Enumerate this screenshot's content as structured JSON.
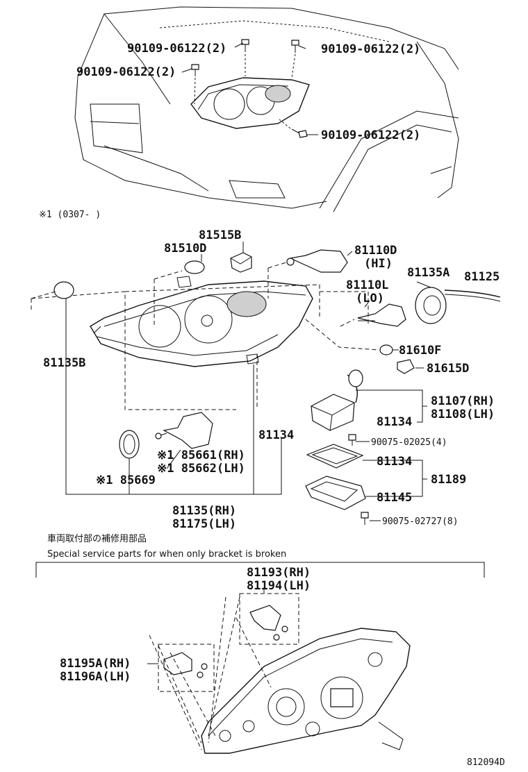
{
  "diagram": {
    "callouts": {
      "top_bolt_left": "90109-06122(2)",
      "top_bolt_right": "90109-06122(2)",
      "top_bolt_mid": "90109-06122(2)",
      "top_bolt_lower": "90109-06122(2)",
      "footnote_range": "※1 (0307-      )",
      "p81515B": "81515B",
      "p81510D": "81510D",
      "p81110D": "81110D",
      "p81110D_sub": "(HI)",
      "p81135A": "81135A",
      "p81125": "81125",
      "p81110L": "81110L",
      "p81110L_sub": "(LO)",
      "p81135B": "81135B",
      "p81610F": "81610F",
      "p81615D": "81615D",
      "p81107": "81107(RH)",
      "p81108": "81108(LH)",
      "p81134_a": "81134",
      "p90075_02025": "90075-02025(4)",
      "p81134_b": "81134",
      "p81134_c": "81134",
      "p81189": "81189",
      "p81145": "81145",
      "p90075_02727": "90075-02727(8)",
      "p85661": "※1 85661(RH)",
      "p85662": "※1 85662(LH)",
      "p85669": "※1 85669",
      "p81135": "81135(RH)",
      "p81175": "81175(LH)",
      "note_jp": "車両取付部の補修用部品",
      "note_en": "Special service parts for when only bracket is broken",
      "p81193": "81193(RH)",
      "p81194": "81194(LH)",
      "p81195A": "81195A(RH)",
      "p81196A": "81196A(LH)",
      "figure_id": "812094D"
    }
  }
}
